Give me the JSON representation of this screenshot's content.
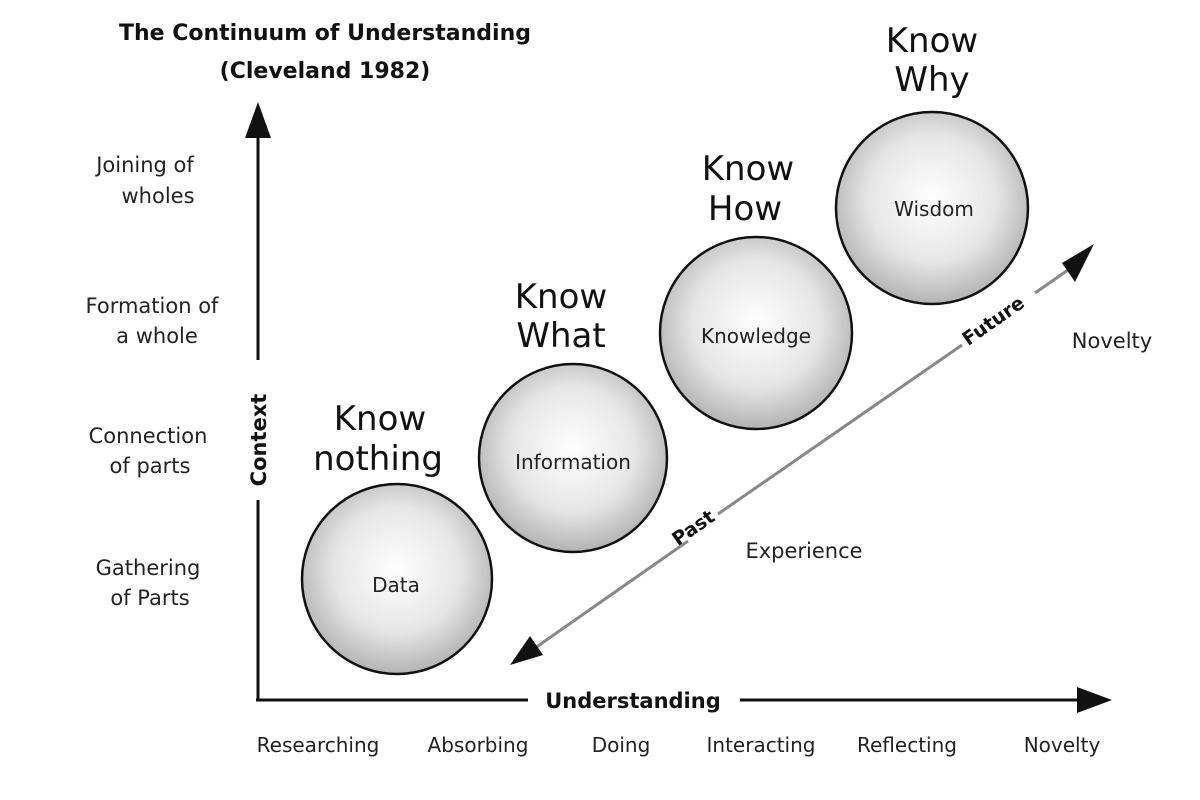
{
  "title": {
    "line1": "The Continuum of Understanding",
    "line2": "(Cleveland 1982)"
  },
  "y_axis": {
    "label": "Context",
    "levels": [
      {
        "line1": "Joining of",
        "line2": "wholes"
      },
      {
        "line1": "Formation of",
        "line2": "a whole"
      },
      {
        "line1": "Connection",
        "line2": "of parts"
      },
      {
        "line1": "Gathering",
        "line2": "of Parts"
      }
    ]
  },
  "x_axis": {
    "label": "Understanding",
    "ticks": [
      "Researching",
      "Absorbing",
      "Doing",
      "Interacting",
      "Reflecting",
      "Novelty"
    ]
  },
  "stages": [
    {
      "circle": "Data",
      "heading1": "Know",
      "heading2": "nothing"
    },
    {
      "circle": "Information",
      "heading1": "Know",
      "heading2": "What"
    },
    {
      "circle": "Knowledge",
      "heading1": "Know",
      "heading2": "How"
    },
    {
      "circle": "Wisdom",
      "heading1": "Know",
      "heading2": "Why"
    }
  ],
  "timeline": {
    "past": "Past",
    "future": "Future",
    "experience": "Experience",
    "novelty": "Novelty"
  },
  "colors": {
    "ink": "#111111",
    "circle_light": "#ffffff",
    "circle_dark": "#9a9a9a",
    "diagonal_arrow": "#888888"
  }
}
